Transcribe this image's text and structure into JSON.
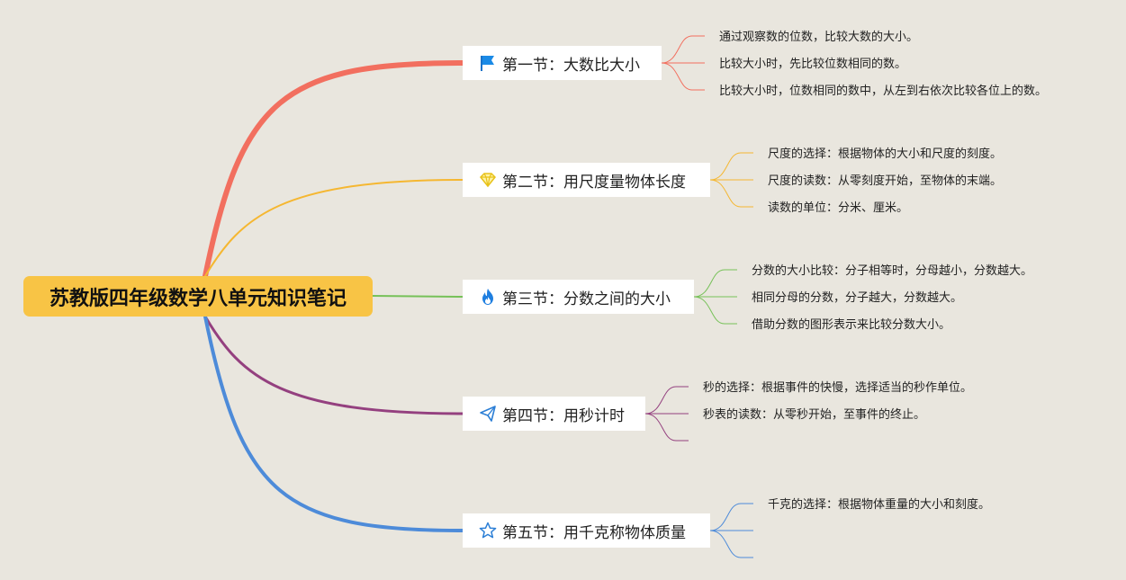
{
  "root": {
    "title": "苏教版四年级数学八单元知识笔记"
  },
  "sections": [
    {
      "label": "第一节：大数比大小",
      "icon": "flag-icon",
      "color": "#f26f5f",
      "points": [
        "通过观察数的位数，比较大数的大小。",
        "比较大小时，先比较位数相同的数。",
        "比较大小时，位数相同的数中，从左到右依次比较各位上的数。"
      ]
    },
    {
      "label": "第二节：用尺度量物体长度",
      "icon": "diamond-icon",
      "color": "#f5b731",
      "points": [
        "尺度的选择：根据物体的大小和尺度的刻度。",
        "尺度的读数：从零刻度开始，至物体的末端。",
        "读数的单位：分米、厘米。"
      ]
    },
    {
      "label": "第三节：分数之间的大小",
      "icon": "flame-icon",
      "color": "#76c158",
      "points": [
        "分数的大小比较：分子相等时，分母越小，分数越大。",
        "相同分母的分数，分子越大，分数越大。",
        "借助分数的图形表示来比较分数大小。"
      ]
    },
    {
      "label": "第四节：用秒计时",
      "icon": "paper-plane-icon",
      "color": "#94407f",
      "points": [
        "秒的选择：根据事件的快慢，选择适当的秒作单位。",
        "秒表的读数：从零秒开始，至事件的终止。",
        ""
      ]
    },
    {
      "label": "第五节：用千克称物体质量",
      "icon": "star-icon",
      "color": "#4d8bd9",
      "points": [
        "千克的选择：根据物体重量的大小和刻度。",
        "",
        ""
      ]
    }
  ]
}
